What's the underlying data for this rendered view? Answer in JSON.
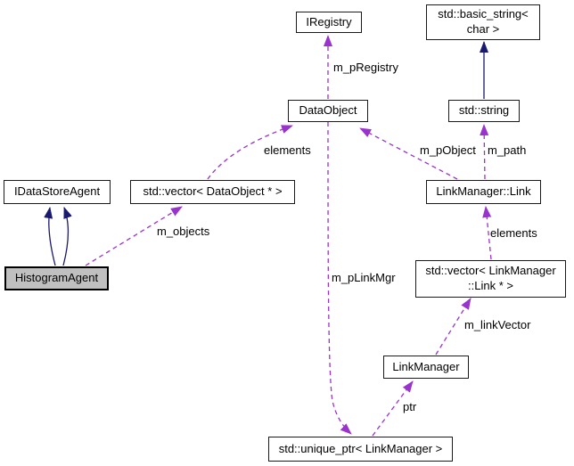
{
  "diagram": {
    "kind": "doxygen-collaboration-graph",
    "focus_class": "HistogramAgent",
    "colors": {
      "background": "#ffffff",
      "member_edge": "#9a32cd",
      "inheritance_edge": "#191970",
      "node_border": "#1a1a1a",
      "node_fill": "#ffffff",
      "focus_node_fill": "#c0c0c0",
      "text": "#000000"
    },
    "nodes": [
      {
        "id": "IRegistry",
        "label": "IRegistry"
      },
      {
        "id": "std::basic_string< char >",
        "line1": "std::basic_string<",
        "line2": "char >"
      },
      {
        "id": "DataObject",
        "label": "DataObject"
      },
      {
        "id": "std::string",
        "label": "std::string"
      },
      {
        "id": "IDataStoreAgent",
        "label": "IDataStoreAgent"
      },
      {
        "id": "std::vector< DataObject * >",
        "label": "std::vector< DataObject * >"
      },
      {
        "id": "LinkManager::Link",
        "label": "LinkManager::Link"
      },
      {
        "id": "HistogramAgent",
        "label": "HistogramAgent",
        "focus": true
      },
      {
        "id": "std::vector< LinkManager::Link * >",
        "line1": "std::vector< LinkManager",
        "line2": "::Link * >"
      },
      {
        "id": "LinkManager",
        "label": "LinkManager"
      },
      {
        "id": "std::unique_ptr< LinkManager >",
        "label": "std::unique_ptr< LinkManager >"
      }
    ],
    "edges": [
      {
        "from": "DataObject",
        "to": "IRegistry",
        "label": "m_pRegistry",
        "type": "member"
      },
      {
        "from": "std::string",
        "to": "std::basic_string< char >",
        "label": "",
        "type": "inheritance"
      },
      {
        "from": "std::vector< DataObject * >",
        "to": "DataObject",
        "label": "elements",
        "type": "member"
      },
      {
        "from": "LinkManager::Link",
        "to": "DataObject",
        "label": "m_pObject",
        "type": "member"
      },
      {
        "from": "LinkManager::Link",
        "to": "std::string",
        "label": "m_path",
        "type": "member"
      },
      {
        "from": "HistogramAgent",
        "to": "IDataStoreAgent",
        "label": "",
        "type": "inheritance"
      },
      {
        "from": "HistogramAgent",
        "to": "IDataStoreAgent",
        "label": "",
        "type": "inheritance"
      },
      {
        "from": "HistogramAgent",
        "to": "std::vector< DataObject * >",
        "label": "m_objects",
        "type": "member"
      },
      {
        "from": "std::vector< LinkManager::Link * >",
        "to": "LinkManager::Link",
        "label": "elements",
        "type": "member"
      },
      {
        "from": "LinkManager",
        "to": "std::vector< LinkManager::Link * >",
        "label": "m_linkVector",
        "type": "member"
      },
      {
        "from": "std::unique_ptr< LinkManager >",
        "to": "LinkManager",
        "label": "ptr",
        "type": "member"
      },
      {
        "from": "DataObject",
        "to": "std::unique_ptr< LinkManager >",
        "label": "m_pLinkMgr",
        "type": "member"
      }
    ]
  }
}
